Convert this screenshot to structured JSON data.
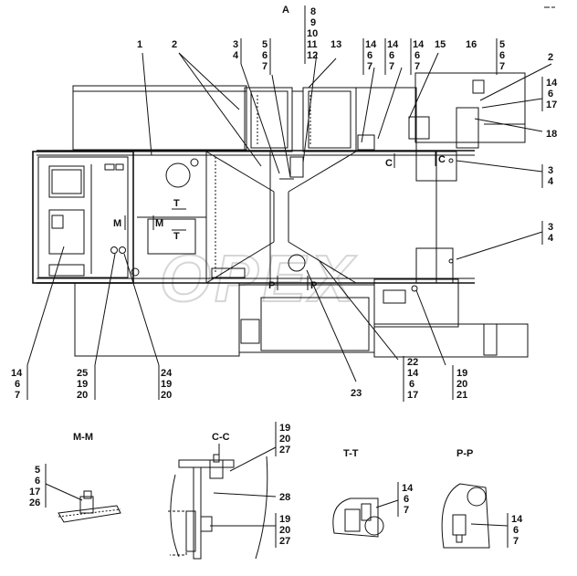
{
  "view_label": "A",
  "watermark": "OPEX",
  "callouts": {
    "c1": "1",
    "c2": "2",
    "c3_4": [
      "3",
      "4"
    ],
    "c5_7": [
      "5",
      "6",
      "7"
    ],
    "c8_12": [
      "8",
      "9",
      "10",
      "11",
      "12"
    ],
    "c13": "13",
    "c14_7_a": [
      "14",
      "6",
      "7"
    ],
    "c14_7_b": [
      "14",
      "6",
      "7"
    ],
    "c14_7_c": [
      "14",
      "6",
      "7"
    ],
    "c15": "15",
    "c16": "16",
    "c5_7_r": [
      "5",
      "6",
      "7"
    ],
    "c2_r": "2",
    "c14_17": [
      "14",
      "6",
      "17"
    ],
    "c18": "18",
    "c3_4_r1": [
      "3",
      "4"
    ],
    "c3_4_r2": [
      "3",
      "4"
    ],
    "c14_7_bl": [
      "14",
      "6",
      "7"
    ],
    "c25_20": [
      "25",
      "19",
      "20"
    ],
    "c24_20": [
      "24",
      "19",
      "20"
    ],
    "c23": "23",
    "c22_17": [
      "22",
      "14",
      "6",
      "17"
    ],
    "c19_21": [
      "19",
      "20",
      "21"
    ]
  },
  "section_marks": {
    "C_top": "C",
    "C_top2": "C",
    "T_1": "T",
    "T_2": "T",
    "M_1": "M",
    "M_2": "M",
    "P_1": "P",
    "P_2": "P"
  },
  "details": {
    "mm": {
      "title": "M-M",
      "labels": [
        "5",
        "6",
        "17",
        "26"
      ]
    },
    "cc": {
      "title": "C-C",
      "top": [
        "19",
        "20",
        "27"
      ],
      "mid": "28",
      "bot": [
        "19",
        "20",
        "27"
      ]
    },
    "tt": {
      "title": "T-T",
      "labels": [
        "14",
        "6",
        "7"
      ]
    },
    "pp": {
      "title": "P-P",
      "labels": [
        "14",
        "6",
        "7"
      ]
    }
  }
}
